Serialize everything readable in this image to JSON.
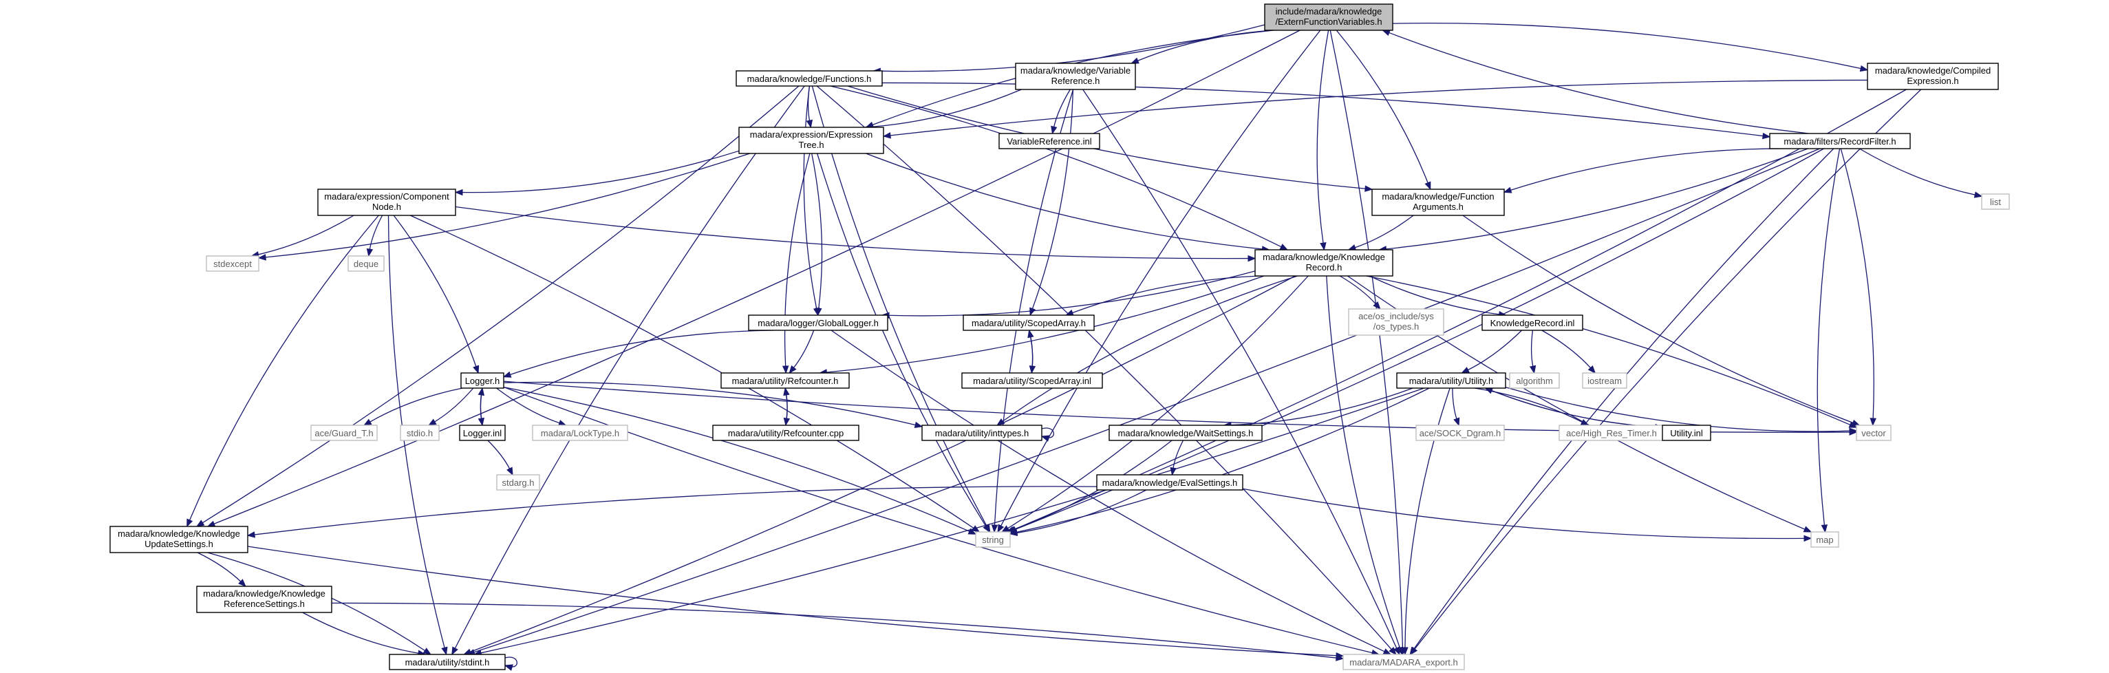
{
  "nodes": [
    {
      "id": "root",
      "label": [
        "include/madara/knowledge",
        "/ExternFunctionVariables.h"
      ],
      "kind": "root"
    },
    {
      "id": "functions",
      "label": [
        "madara/knowledge/Functions.h"
      ],
      "kind": "local"
    },
    {
      "id": "varref",
      "label": [
        "madara/knowledge/Variable",
        "Reference.h"
      ],
      "kind": "local"
    },
    {
      "id": "compiled",
      "label": [
        "madara/knowledge/Compiled",
        "Expression.h"
      ],
      "kind": "local"
    },
    {
      "id": "exprtree",
      "label": [
        "madara/expression/Expression",
        "Tree.h"
      ],
      "kind": "local"
    },
    {
      "id": "varrefinl",
      "label": [
        "VariableReference.inl"
      ],
      "kind": "local"
    },
    {
      "id": "recordfilter",
      "label": [
        "madara/filters/RecordFilter.h"
      ],
      "kind": "local"
    },
    {
      "id": "list",
      "label": [
        "list"
      ],
      "kind": "external"
    },
    {
      "id": "component",
      "label": [
        "madara/expression/Component",
        "Node.h"
      ],
      "kind": "local"
    },
    {
      "id": "funcargs",
      "label": [
        "madara/knowledge/Function",
        "Arguments.h"
      ],
      "kind": "local"
    },
    {
      "id": "stdexcept",
      "label": [
        "stdexcept"
      ],
      "kind": "external"
    },
    {
      "id": "deque",
      "label": [
        "deque"
      ],
      "kind": "external"
    },
    {
      "id": "kr",
      "label": [
        "madara/knowledge/Knowledge",
        "Record.h"
      ],
      "kind": "local"
    },
    {
      "id": "globallogger",
      "label": [
        "madara/logger/GlobalLogger.h"
      ],
      "kind": "local"
    },
    {
      "id": "scopedarray",
      "label": [
        "madara/utility/ScopedArray.h"
      ],
      "kind": "local"
    },
    {
      "id": "ostypes",
      "label": [
        "ace/os_include/sys",
        "/os_types.h"
      ],
      "kind": "external"
    },
    {
      "id": "krinl",
      "label": [
        "KnowledgeRecord.inl"
      ],
      "kind": "local"
    },
    {
      "id": "loggerh",
      "label": [
        "Logger.h"
      ],
      "kind": "local"
    },
    {
      "id": "refcounter",
      "label": [
        "madara/utility/Refcounter.h"
      ],
      "kind": "local"
    },
    {
      "id": "scopedarrayinl",
      "label": [
        "madara/utility/ScopedArray.inl"
      ],
      "kind": "local"
    },
    {
      "id": "algorithm",
      "label": [
        "algorithm"
      ],
      "kind": "external"
    },
    {
      "id": "iostream",
      "label": [
        "iostream"
      ],
      "kind": "external"
    },
    {
      "id": "utility",
      "label": [
        "madara/utility/Utility.h"
      ],
      "kind": "local"
    },
    {
      "id": "guard",
      "label": [
        "ace/Guard_T.h"
      ],
      "kind": "external"
    },
    {
      "id": "stdio",
      "label": [
        "stdio.h"
      ],
      "kind": "external"
    },
    {
      "id": "loggerinl",
      "label": [
        "Logger.inl"
      ],
      "kind": "local"
    },
    {
      "id": "locktype",
      "label": [
        "madara/LockType.h"
      ],
      "kind": "external"
    },
    {
      "id": "refcountercpp",
      "label": [
        "madara/utility/Refcounter.cpp"
      ],
      "kind": "local"
    },
    {
      "id": "inttypes",
      "label": [
        "madara/utility/inttypes.h"
      ],
      "kind": "local"
    },
    {
      "id": "waitsettings",
      "label": [
        "madara/knowledge/WaitSettings.h"
      ],
      "kind": "local"
    },
    {
      "id": "sockdgram",
      "label": [
        "ace/SOCK_Dgram.h"
      ],
      "kind": "external"
    },
    {
      "id": "highres",
      "label": [
        "ace/High_Res_Timer.h"
      ],
      "kind": "external"
    },
    {
      "id": "utilityinl",
      "label": [
        "Utility.inl"
      ],
      "kind": "local"
    },
    {
      "id": "vector",
      "label": [
        "vector"
      ],
      "kind": "external"
    },
    {
      "id": "stdargh",
      "label": [
        "stdarg.h"
      ],
      "kind": "external"
    },
    {
      "id": "evalsettings",
      "label": [
        "madara/knowledge/EvalSettings.h"
      ],
      "kind": "local"
    },
    {
      "id": "kus",
      "label": [
        "madara/knowledge/Knowledge",
        "UpdateSettings.h"
      ],
      "kind": "local"
    },
    {
      "id": "string",
      "label": [
        "string"
      ],
      "kind": "external"
    },
    {
      "id": "map",
      "label": [
        "map"
      ],
      "kind": "external"
    },
    {
      "id": "krs",
      "label": [
        "madara/knowledge/Knowledge",
        "ReferenceSettings.h"
      ],
      "kind": "local"
    },
    {
      "id": "stdint",
      "label": [
        "madara/utility/stdint.h"
      ],
      "kind": "local"
    },
    {
      "id": "export",
      "label": [
        "madara/MADARA_export.h"
      ],
      "kind": "external"
    }
  ],
  "edges": [
    [
      "root",
      "functions"
    ],
    [
      "root",
      "varref"
    ],
    [
      "root",
      "compiled"
    ],
    [
      "root",
      "exprtree"
    ],
    [
      "root",
      "funcargs"
    ],
    [
      "root",
      "kr"
    ],
    [
      "root",
      "kus"
    ],
    [
      "root",
      "string"
    ],
    [
      "root",
      "export"
    ],
    [
      "functions",
      "exprtree"
    ],
    [
      "functions",
      "recordfilter"
    ],
    [
      "functions",
      "funcargs"
    ],
    [
      "functions",
      "kr"
    ],
    [
      "functions",
      "globallogger"
    ],
    [
      "functions",
      "kus"
    ],
    [
      "functions",
      "string"
    ],
    [
      "functions",
      "export"
    ],
    [
      "functions",
      "stdint"
    ],
    [
      "varref",
      "exprtree"
    ],
    [
      "varref",
      "varrefinl"
    ],
    [
      "varref",
      "scopedarray"
    ],
    [
      "varref",
      "string"
    ],
    [
      "varref",
      "export"
    ],
    [
      "compiled",
      "exprtree"
    ],
    [
      "compiled",
      "string"
    ],
    [
      "compiled",
      "export"
    ],
    [
      "exprtree",
      "component"
    ],
    [
      "exprtree",
      "kr"
    ],
    [
      "exprtree",
      "globallogger"
    ],
    [
      "exprtree",
      "refcounter"
    ],
    [
      "exprtree",
      "stdexcept"
    ],
    [
      "exprtree",
      "string"
    ],
    [
      "recordfilter",
      "root"
    ],
    [
      "recordfilter",
      "funcargs"
    ],
    [
      "recordfilter",
      "kr"
    ],
    [
      "recordfilter",
      "list"
    ],
    [
      "recordfilter",
      "vector"
    ],
    [
      "recordfilter",
      "map"
    ],
    [
      "recordfilter",
      "string"
    ],
    [
      "recordfilter",
      "export"
    ],
    [
      "recordfilter",
      "stdint"
    ],
    [
      "component",
      "kr"
    ],
    [
      "component",
      "stdexcept"
    ],
    [
      "component",
      "deque"
    ],
    [
      "component",
      "loggerh"
    ],
    [
      "component",
      "kus"
    ],
    [
      "component",
      "string"
    ],
    [
      "component",
      "stdint"
    ],
    [
      "funcargs",
      "kr"
    ],
    [
      "funcargs",
      "vector"
    ],
    [
      "kr",
      "globallogger"
    ],
    [
      "kr",
      "scopedarray"
    ],
    [
      "kr",
      "ostypes"
    ],
    [
      "kr",
      "krinl"
    ],
    [
      "kr",
      "refcounter"
    ],
    [
      "kr",
      "inttypes"
    ],
    [
      "kr",
      "vector"
    ],
    [
      "kr",
      "map"
    ],
    [
      "kr",
      "string"
    ],
    [
      "kr",
      "export"
    ],
    [
      "kr",
      "stdint"
    ],
    [
      "globallogger",
      "loggerh"
    ],
    [
      "globallogger",
      "refcounter"
    ],
    [
      "globallogger",
      "export"
    ],
    [
      "scopedarray",
      "scopedarrayinl"
    ],
    [
      "scopedarrayinl",
      "scopedarray"
    ],
    [
      "refcounter",
      "refcountercpp"
    ],
    [
      "refcountercpp",
      "refcounter"
    ],
    [
      "krinl",
      "utility"
    ],
    [
      "krinl",
      "algorithm"
    ],
    [
      "krinl",
      "iostream"
    ],
    [
      "loggerh",
      "guard"
    ],
    [
      "loggerh",
      "stdio"
    ],
    [
      "loggerh",
      "loggerinl"
    ],
    [
      "loggerinl",
      "loggerh"
    ],
    [
      "loggerh",
      "locktype"
    ],
    [
      "loggerh",
      "inttypes"
    ],
    [
      "loggerh",
      "vector"
    ],
    [
      "loggerh",
      "string"
    ],
    [
      "loggerh",
      "export"
    ],
    [
      "loggerinl",
      "stdargh"
    ],
    [
      "inttypes",
      "inttypes"
    ],
    [
      "utility",
      "waitsettings"
    ],
    [
      "utility",
      "sockdgram"
    ],
    [
      "utility",
      "highres"
    ],
    [
      "utility",
      "utilityinl"
    ],
    [
      "utilityinl",
      "utility"
    ],
    [
      "utility",
      "vector"
    ],
    [
      "utility",
      "string"
    ],
    [
      "utility",
      "export"
    ],
    [
      "utility",
      "stdint"
    ],
    [
      "waitsettings",
      "evalsettings"
    ],
    [
      "waitsettings",
      "string"
    ],
    [
      "evalsettings",
      "kus"
    ],
    [
      "evalsettings",
      "string"
    ],
    [
      "evalsettings",
      "map"
    ],
    [
      "kus",
      "krs"
    ],
    [
      "kus",
      "export"
    ],
    [
      "kus",
      "stdint"
    ],
    [
      "krs",
      "stdint"
    ],
    [
      "krs",
      "export"
    ],
    [
      "stdint",
      "stdint"
    ]
  ]
}
